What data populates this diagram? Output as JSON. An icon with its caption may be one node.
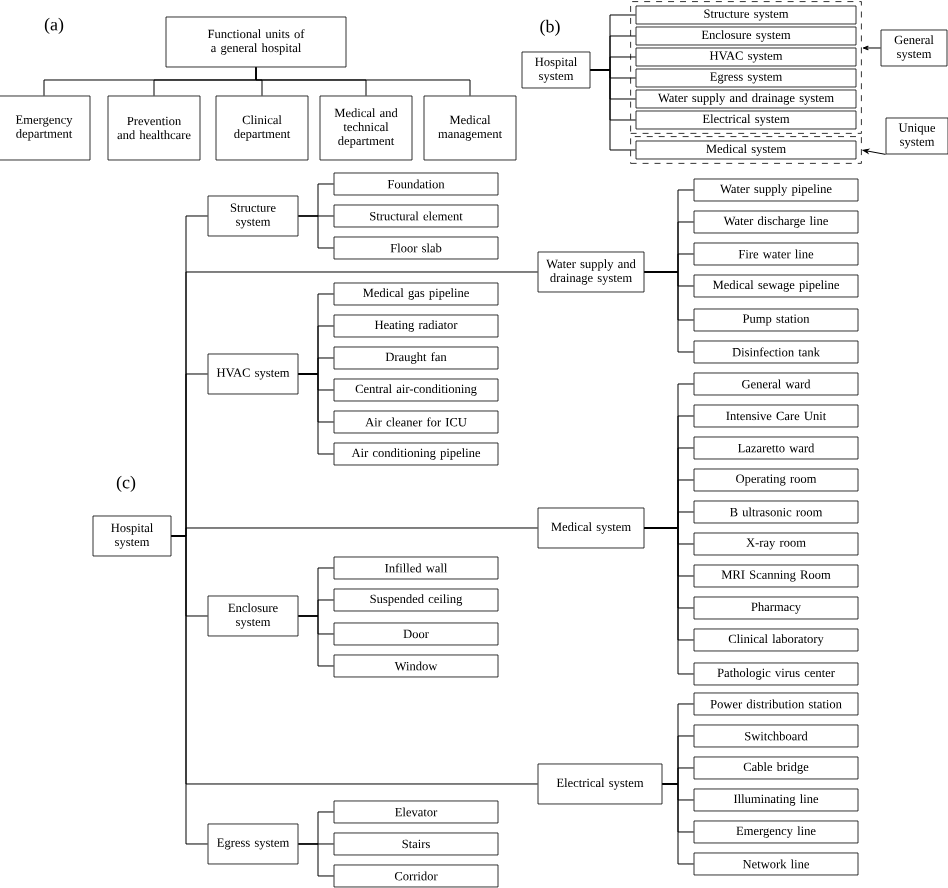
{
  "diagram": {
    "nodes": [
      {
        "text": [
          "Functional units of a general hospital"
        ]
      },
      {
        "text": [
          "Emergency department"
        ]
      },
      {
        "text": [
          "Prevention and healthcare"
        ]
      },
      {
        "text": [
          "Clinical department"
        ]
      },
      {
        "text": [
          "Medical and technical department"
        ]
      },
      {
        "text": [
          "Medical management"
        ]
      },
      {
        "text": [
          "Hospital system"
        ]
      },
      {
        "text": [],
        "shape": "box"
      },
      {
        "text": [
          "Structure system"
        ],
        "in": 7
      },
      {
        "text": [
          "Enclosure system"
        ],
        "in": 7
      },
      {
        "text": [
          "HVAC system"
        ],
        "in": 7
      },
      {
        "text": [
          "Egress system"
        ],
        "in": 7
      },
      {
        "text": [
          "Water supply and drainage system"
        ],
        "in": 7
      },
      {
        "text": [
          "Electrical system"
        ],
        "in": 7
      },
      {
        "text": [],
        "shape": "box"
      },
      {
        "text": [
          "Medical system"
        ],
        "in": 14
      },
      {
        "text": [
          "General system"
        ]
      },
      {
        "text": [
          "Unique system"
        ]
      },
      {
        "text": [
          "Hospital system"
        ]
      },
      {
        "text": [
          "Structure system"
        ]
      },
      {
        "text": [
          "Foundation"
        ]
      },
      {
        "text": [
          "Structural element"
        ]
      },
      {
        "text": [
          "Floor slab"
        ]
      },
      {
        "text": [
          "Water supply and drainage system"
        ]
      },
      {
        "text": [
          "Water supply pipeline"
        ]
      },
      {
        "text": [
          "Water discharge line"
        ]
      },
      {
        "text": [
          "Fire water line"
        ]
      },
      {
        "text": [
          "Medical sewage pipeline"
        ]
      },
      {
        "text": [
          "Pump station"
        ]
      },
      {
        "text": [
          "Disinfection tank"
        ]
      },
      {
        "text": [
          "HVAC system"
        ]
      },
      {
        "text": [
          "Medical gas pipeline"
        ]
      },
      {
        "text": [
          "Heating radiator"
        ]
      },
      {
        "text": [
          "Draught fan"
        ]
      },
      {
        "text": [
          "Central air-conditioning"
        ]
      },
      {
        "text": [
          "Air cleaner for ICU"
        ]
      },
      {
        "text": [
          "Air conditioning pipeline"
        ]
      },
      {
        "text": [
          "Medical system"
        ]
      },
      {
        "text": [
          "General ward"
        ]
      },
      {
        "text": [
          "Intensive Care Unit"
        ]
      },
      {
        "text": [
          "Lazaretto ward"
        ]
      },
      {
        "text": [
          "Operating room"
        ]
      },
      {
        "text": [
          "B ultrasonic room"
        ]
      },
      {
        "text": [
          "X-ray room"
        ]
      },
      {
        "text": [
          "MRI Scanning Room"
        ]
      },
      {
        "text": [
          "Pharmacy"
        ]
      },
      {
        "text": [
          "Clinical laboratory"
        ]
      },
      {
        "text": [
          "Pathologic virus center"
        ]
      },
      {
        "text": [
          "Enclosure system"
        ]
      },
      {
        "text": [
          "Infilled wall"
        ]
      },
      {
        "text": [
          "Suspended ceiling"
        ]
      },
      {
        "text": [
          "Door"
        ]
      },
      {
        "text": [
          "Window"
        ]
      },
      {
        "text": [
          "Electrical system"
        ]
      },
      {
        "text": [
          "Power distribution station"
        ]
      },
      {
        "text": [
          "Switchboard"
        ]
      },
      {
        "text": [
          "Cable bridge"
        ]
      },
      {
        "text": [
          "Illuminating line"
        ]
      },
      {
        "text": [
          "Emergency line"
        ]
      },
      {
        "text": [
          "Network line"
        ]
      },
      {
        "text": [
          "Egress system"
        ]
      },
      {
        "text": [
          "Elevator"
        ]
      },
      {
        "text": [
          "Stairs"
        ]
      },
      {
        "text": [
          "Corridor"
        ]
      }
    ],
    "edges": [
      {
        "from": 0,
        "to": 1,
        "arrow": "none"
      },
      {
        "from": 0,
        "to": 2,
        "arrow": "none"
      },
      {
        "from": 0,
        "to": 3,
        "arrow": "none"
      },
      {
        "from": 0,
        "to": 4,
        "arrow": "none"
      },
      {
        "from": 0,
        "to": 5,
        "arrow": "none"
      },
      {
        "from": 6,
        "to": 8,
        "arrow": "none"
      },
      {
        "from": 6,
        "to": 9,
        "arrow": "none"
      },
      {
        "from": 6,
        "to": 10,
        "arrow": "none"
      },
      {
        "from": 6,
        "to": 11,
        "arrow": "none"
      },
      {
        "from": 6,
        "to": 12,
        "arrow": "none"
      },
      {
        "from": 6,
        "to": 13,
        "arrow": "none"
      },
      {
        "from": 6,
        "to": 15,
        "arrow": "none"
      },
      {
        "from": 16,
        "to": 7,
        "arrow": "to"
      },
      {
        "from": 17,
        "to": 14,
        "arrow": "to"
      },
      {
        "from": 18,
        "to": 19,
        "arrow": "none"
      },
      {
        "from": 18,
        "to": 23,
        "arrow": "none"
      },
      {
        "from": 18,
        "to": 30,
        "arrow": "none"
      },
      {
        "from": 18,
        "to": 37,
        "arrow": "none"
      },
      {
        "from": 18,
        "to": 48,
        "arrow": "none"
      },
      {
        "from": 18,
        "to": 53,
        "arrow": "none"
      },
      {
        "from": 18,
        "to": 60,
        "arrow": "none"
      },
      {
        "from": 19,
        "to": 20,
        "arrow": "none"
      },
      {
        "from": 19,
        "to": 21,
        "arrow": "none"
      },
      {
        "from": 19,
        "to": 22,
        "arrow": "none"
      },
      {
        "from": 23,
        "to": 24,
        "arrow": "none"
      },
      {
        "from": 23,
        "to": 25,
        "arrow": "none"
      },
      {
        "from": 23,
        "to": 26,
        "arrow": "none"
      },
      {
        "from": 23,
        "to": 27,
        "arrow": "none"
      },
      {
        "from": 23,
        "to": 28,
        "arrow": "none"
      },
      {
        "from": 23,
        "to": 29,
        "arrow": "none"
      },
      {
        "from": 30,
        "to": 31,
        "arrow": "none"
      },
      {
        "from": 30,
        "to": 32,
        "arrow": "none"
      },
      {
        "from": 30,
        "to": 33,
        "arrow": "none"
      },
      {
        "from": 30,
        "to": 34,
        "arrow": "none"
      },
      {
        "from": 30,
        "to": 35,
        "arrow": "none"
      },
      {
        "from": 30,
        "to": 36,
        "arrow": "none"
      },
      {
        "from": 37,
        "to": 38,
        "arrow": "none"
      },
      {
        "from": 37,
        "to": 39,
        "arrow": "none"
      },
      {
        "from": 37,
        "to": 40,
        "arrow": "none"
      },
      {
        "from": 37,
        "to": 41,
        "arrow": "none"
      },
      {
        "from": 37,
        "to": 42,
        "arrow": "none"
      },
      {
        "from": 37,
        "to": 43,
        "arrow": "none"
      },
      {
        "from": 37,
        "to": 44,
        "arrow": "none"
      },
      {
        "from": 37,
        "to": 45,
        "arrow": "none"
      },
      {
        "from": 37,
        "to": 46,
        "arrow": "none"
      },
      {
        "from": 37,
        "to": 47,
        "arrow": "none"
      },
      {
        "from": 48,
        "to": 49,
        "arrow": "none"
      },
      {
        "from": 48,
        "to": 50,
        "arrow": "none"
      },
      {
        "from": 48,
        "to": 51,
        "arrow": "none"
      },
      {
        "from": 48,
        "to": 52,
        "arrow": "none"
      },
      {
        "from": 53,
        "to": 54,
        "arrow": "none"
      },
      {
        "from": 53,
        "to": 55,
        "arrow": "none"
      },
      {
        "from": 53,
        "to": 56,
        "arrow": "none"
      },
      {
        "from": 53,
        "to": 57,
        "arrow": "none"
      },
      {
        "from": 53,
        "to": 58,
        "arrow": "none"
      },
      {
        "from": 53,
        "to": 59,
        "arrow": "none"
      },
      {
        "from": 60,
        "to": 61,
        "arrow": "none"
      },
      {
        "from": 60,
        "to": 62,
        "arrow": "none"
      },
      {
        "from": 60,
        "to": 63,
        "arrow": "none"
      }
    ],
    "labels": [
      "(a)",
      "(b)",
      "(c)"
    ]
  }
}
